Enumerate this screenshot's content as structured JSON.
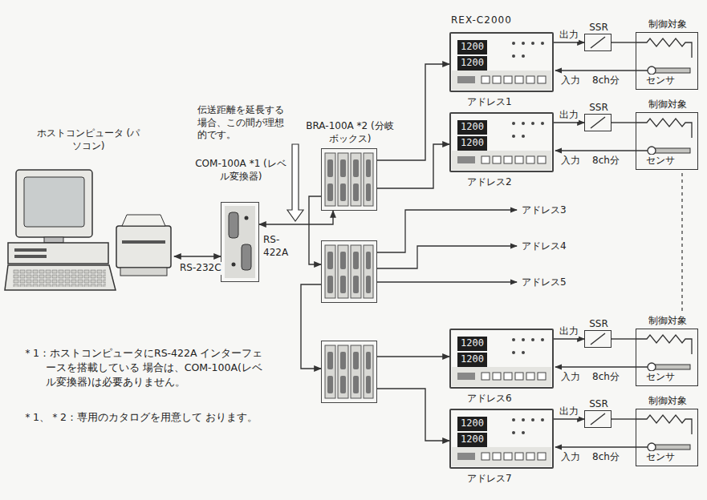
{
  "diagram": {
    "nodes": [
      {
        "text": [
          "ホストコンピュータ (パソコン)"
        ]
      },
      {
        "text": [
          "COM-100A *1 (レベル変換器)"
        ]
      },
      {
        "text": [
          "BRA-100A *2 (分岐ボックス)"
        ]
      },
      {
        "text": []
      },
      {
        "text": []
      },
      {
        "text": [
          "REX-C2000",
          "1200",
          "1200",
          "アドレス1"
        ]
      },
      {
        "text": [
          "SSR"
        ]
      },
      {
        "text": [
          "制御対象"
        ]
      },
      {
        "text": [
          "1200",
          "1200",
          "アドレス2"
        ]
      },
      {
        "text": [
          "SSR"
        ]
      },
      {
        "text": [
          "制御対象"
        ]
      },
      {
        "text": [
          "1200",
          "1200",
          "アドレス6"
        ]
      },
      {
        "text": [
          "SSR"
        ]
      },
      {
        "text": [
          "制御対象"
        ]
      },
      {
        "text": [
          "1200",
          "1200",
          "アドレス7"
        ]
      },
      {
        "text": [
          "SSR"
        ]
      },
      {
        "text": [
          "制御対象"
        ]
      }
    ],
    "edges": [
      {
        "from": 0,
        "to": 1,
        "label": "RS-232C",
        "arrow": "both"
      },
      {
        "from": 1,
        "to": 2,
        "label": "RS- 422A",
        "arrow": "both"
      },
      {
        "from": 2,
        "to": 3,
        "arrow": "to"
      },
      {
        "from": 3,
        "to": 4,
        "arrow": "to"
      },
      {
        "from": 2,
        "to": 5,
        "arrow": "to"
      },
      {
        "from": 2,
        "to": 8,
        "arrow": "to"
      },
      {
        "from": 4,
        "to": 11,
        "arrow": "to"
      },
      {
        "from": 4,
        "to": 14,
        "arrow": "to"
      },
      {
        "from": 5,
        "to": 6,
        "label": "出力",
        "arrow": "to"
      },
      {
        "from": 6,
        "to": 7,
        "arrow": "none"
      },
      {
        "from": 8,
        "to": 9,
        "label": "出力",
        "arrow": "to"
      },
      {
        "from": 9,
        "to": 10,
        "arrow": "none"
      },
      {
        "from": 11,
        "to": 12,
        "label": "出力",
        "arrow": "to"
      },
      {
        "from": 12,
        "to": 13,
        "arrow": "none"
      },
      {
        "from": 14,
        "to": 15,
        "label": "出力",
        "arrow": "to"
      },
      {
        "from": 15,
        "to": 16,
        "arrow": "none"
      }
    ],
    "labels": [
      "伝送距離を延長する 場合、この間が理想 的です。",
      "アドレス3",
      "アドレス4",
      "アドレス5",
      "入力",
      "センサ",
      "8ch分",
      "入力",
      "センサ",
      "8ch分",
      "入力",
      "センサ",
      "8ch分",
      "入力",
      "センサ",
      "8ch分",
      "＊1：ホストコンピュータにRS-422A インターフェースを搭載している 場合は、COM-100A(レベル変換器)は必要ありません。",
      "＊1、＊2：専用のカタログを用意して おります。"
    ]
  }
}
